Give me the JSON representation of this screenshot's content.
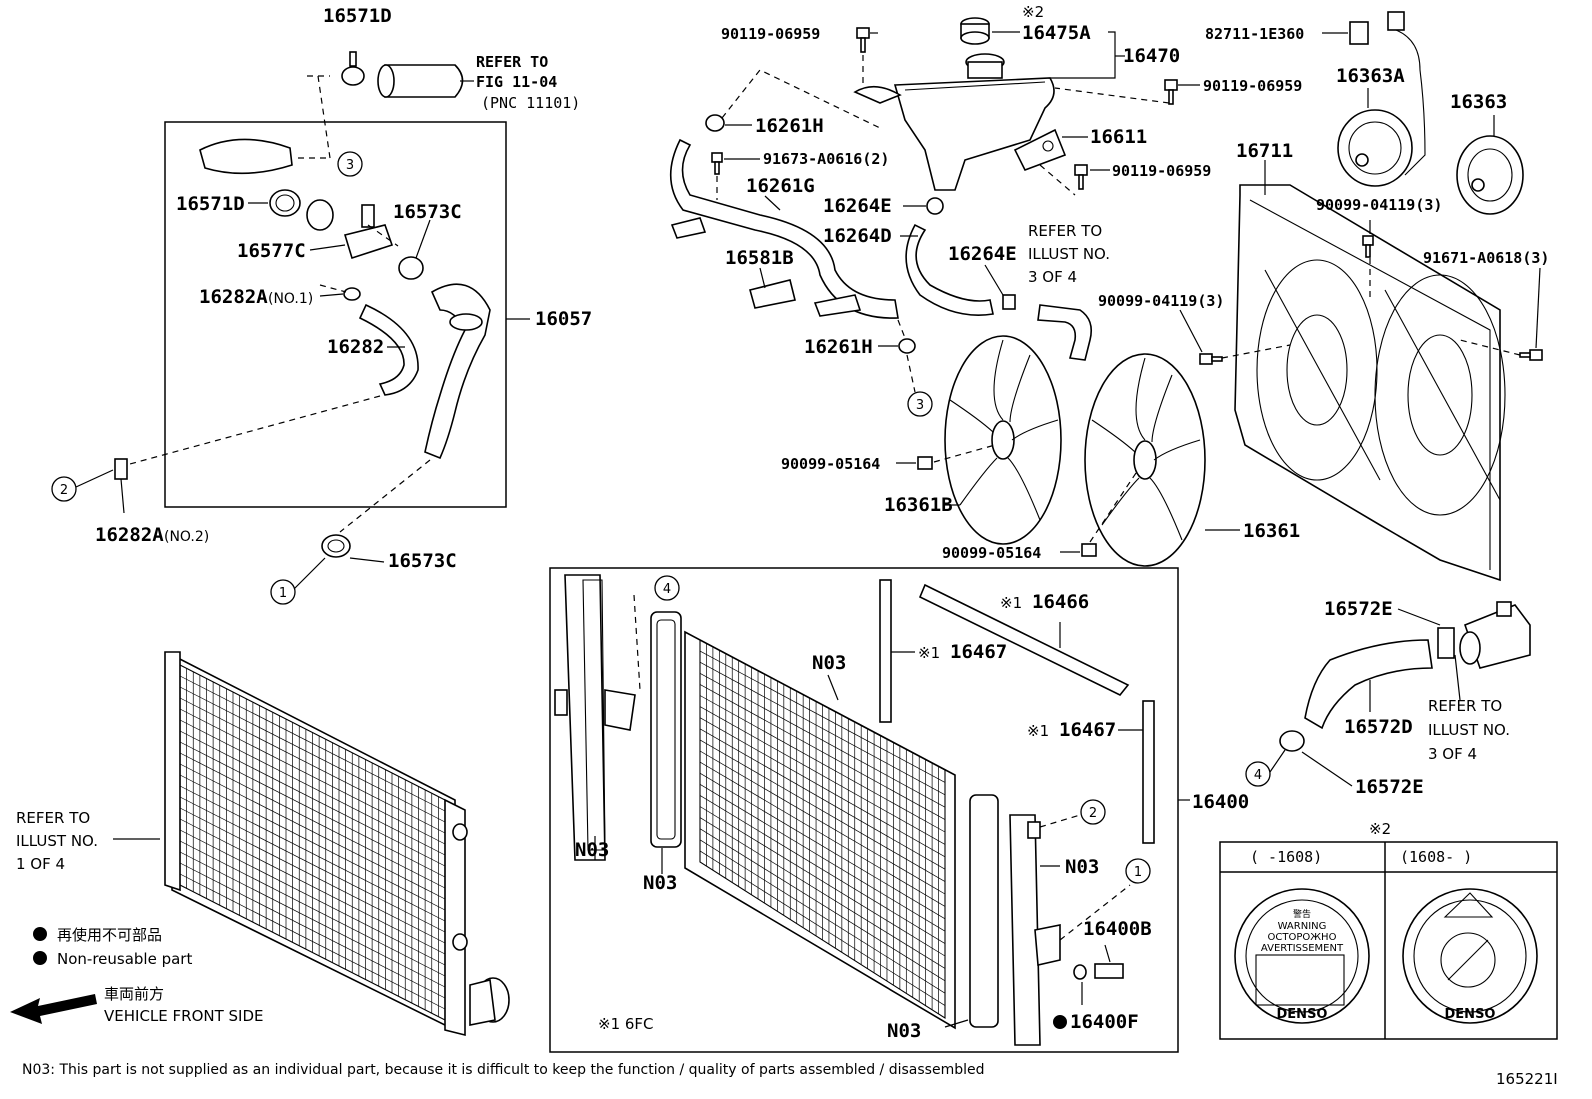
{
  "labels": {
    "p16571D_top": "16571D",
    "refer_fig_1": "REFER TO",
    "refer_fig_2": "FIG 11-04",
    "refer_fig_3": "(PNC 11101)",
    "p16571D": "16571D",
    "p16577C": "16577C",
    "p16573C_a": "16573C",
    "p16282A_1": "16282A",
    "p16282A_1_note": "(NO.1)",
    "p16282": "16282",
    "p16057": "16057",
    "p16282A_2": "16282A",
    "p16282A_2_note": "(NO.2)",
    "p16573C_b": "16573C",
    "p90119_a": "90119-06959",
    "mark_x2_cap": "※2",
    "p16475A": "16475A",
    "p16470": "16470",
    "p90119_b": "90119-06959",
    "p16261H_a": "16261H",
    "p16611": "16611",
    "p91673": "91673-A0616(2)",
    "p90119_c": "90119-06959",
    "p16261G": "16261G",
    "p16264E_a": "16264E",
    "p16264D": "16264D",
    "p16264E_b": "16264E",
    "refer_il3_1": "REFER TO",
    "refer_il3_2": "ILLUST NO.",
    "refer_il3_3": "3 OF 4",
    "p16581B": "16581B",
    "p16261H_b": "16261H",
    "p82711": "82711-1E360",
    "p16363A": "16363A",
    "p16363": "16363",
    "p16711": "16711",
    "p90099_04119_a": "90099-04119(3)",
    "p91671": "91671-A0618(3)",
    "p90099_04119_b": "90099-04119(3)",
    "p90099_05164_a": "90099-05164",
    "p16361B": "16361B",
    "p16361": "16361",
    "p90099_05164_b": "90099-05164",
    "p16466_mark": "※1",
    "p16466": "16466",
    "p16467_a_mark": "※1",
    "p16467_a": "16467",
    "p16467_b_mark": "※1",
    "p16467_b": "16467",
    "n03_a": "N03",
    "n03_b": "N03",
    "n03_c": "N03",
    "n03_d": "N03",
    "n03_e": "N03",
    "p16400": "16400",
    "p16400B": "16400B",
    "p16400F": "16400F",
    "p6fc": "※1 6FC",
    "p16572E_a": "16572E",
    "p16572D": "16572D",
    "p16572E_b": "16572E",
    "refer_il3b_1": "REFER TO",
    "refer_il3b_2": "ILLUST NO.",
    "refer_il3b_3": "3 OF 4",
    "refer_il1_1": "REFER TO",
    "refer_il1_2": "ILLUST NO.",
    "refer_il1_3": "1 OF 4",
    "legend_jp": "再使用不可部品",
    "legend_en": "Non-reusable part",
    "front_jp": "車両前方",
    "front_en": "VEHICLE FRONT SIDE",
    "cap_table_mark": "※2",
    "cap_col_left": "(      -1608)",
    "cap_col_right": "(1608-      )",
    "cap_warning_jp": "警告",
    "cap_warning_en": "WARNING",
    "cap_warning_ru": "ОСТОРОЖНО",
    "cap_warning_fr": "AVERTISSEMENT",
    "cap_brand_left": "DENSO",
    "cap_brand_right": "DENSO",
    "footnote": "N03: This part is not supplied as an individual part, because it is difficult to keep the function / quality of parts assembled / disassembled",
    "fig_number": "165221I"
  },
  "callouts": [
    "1",
    "2",
    "3",
    "4"
  ]
}
